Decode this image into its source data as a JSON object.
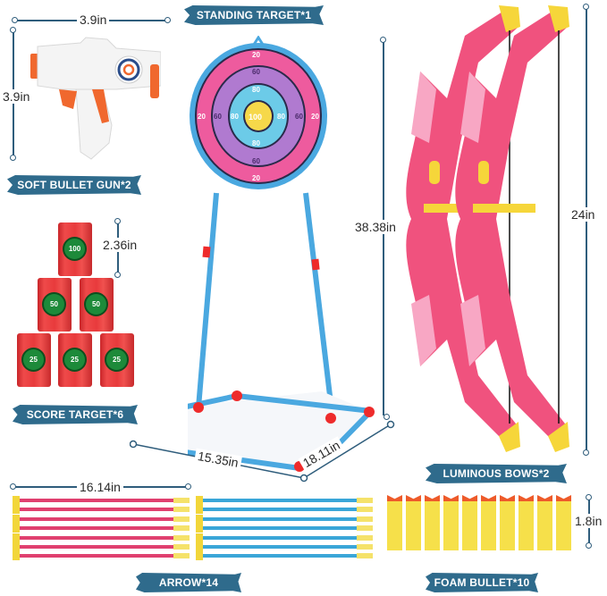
{
  "items": {
    "gun": {
      "label": "SOFT BULLET GUN*2",
      "width": "3.9in",
      "height": "3.9in"
    },
    "target": {
      "label": "STANDING TARGET*1",
      "height": "38.38in",
      "base_width": "15.35in",
      "base_depth": "18.11in",
      "rings": {
        "outer": "20",
        "second": "60",
        "third": "80",
        "bull": "100"
      }
    },
    "cans": {
      "label": "SCORE TARGET*6",
      "height": "2.36in",
      "scores": [
        "100",
        "50",
        "50",
        "25",
        "25",
        "25"
      ]
    },
    "bows": {
      "label": "LUMINOUS BOWS*2",
      "height": "24in"
    },
    "arrows": {
      "label": "ARROW*14",
      "length": "16.14in"
    },
    "bullets": {
      "label": "FOAM BULLET*10",
      "height": "1.8in"
    }
  },
  "colors": {
    "label_bg": "#2f6b8c",
    "target_pink": "#ee5b9e",
    "target_purple": "#b07ad0",
    "target_cyan": "#6ccbe8",
    "target_yellow": "#f6d84a",
    "frame_blue": "#4aa8e0",
    "frame_red": "#ee2b2b",
    "bow_pink": "#f0527e",
    "arrow_pink": "#e0406f",
    "arrow_blue": "#3aa6d8"
  }
}
